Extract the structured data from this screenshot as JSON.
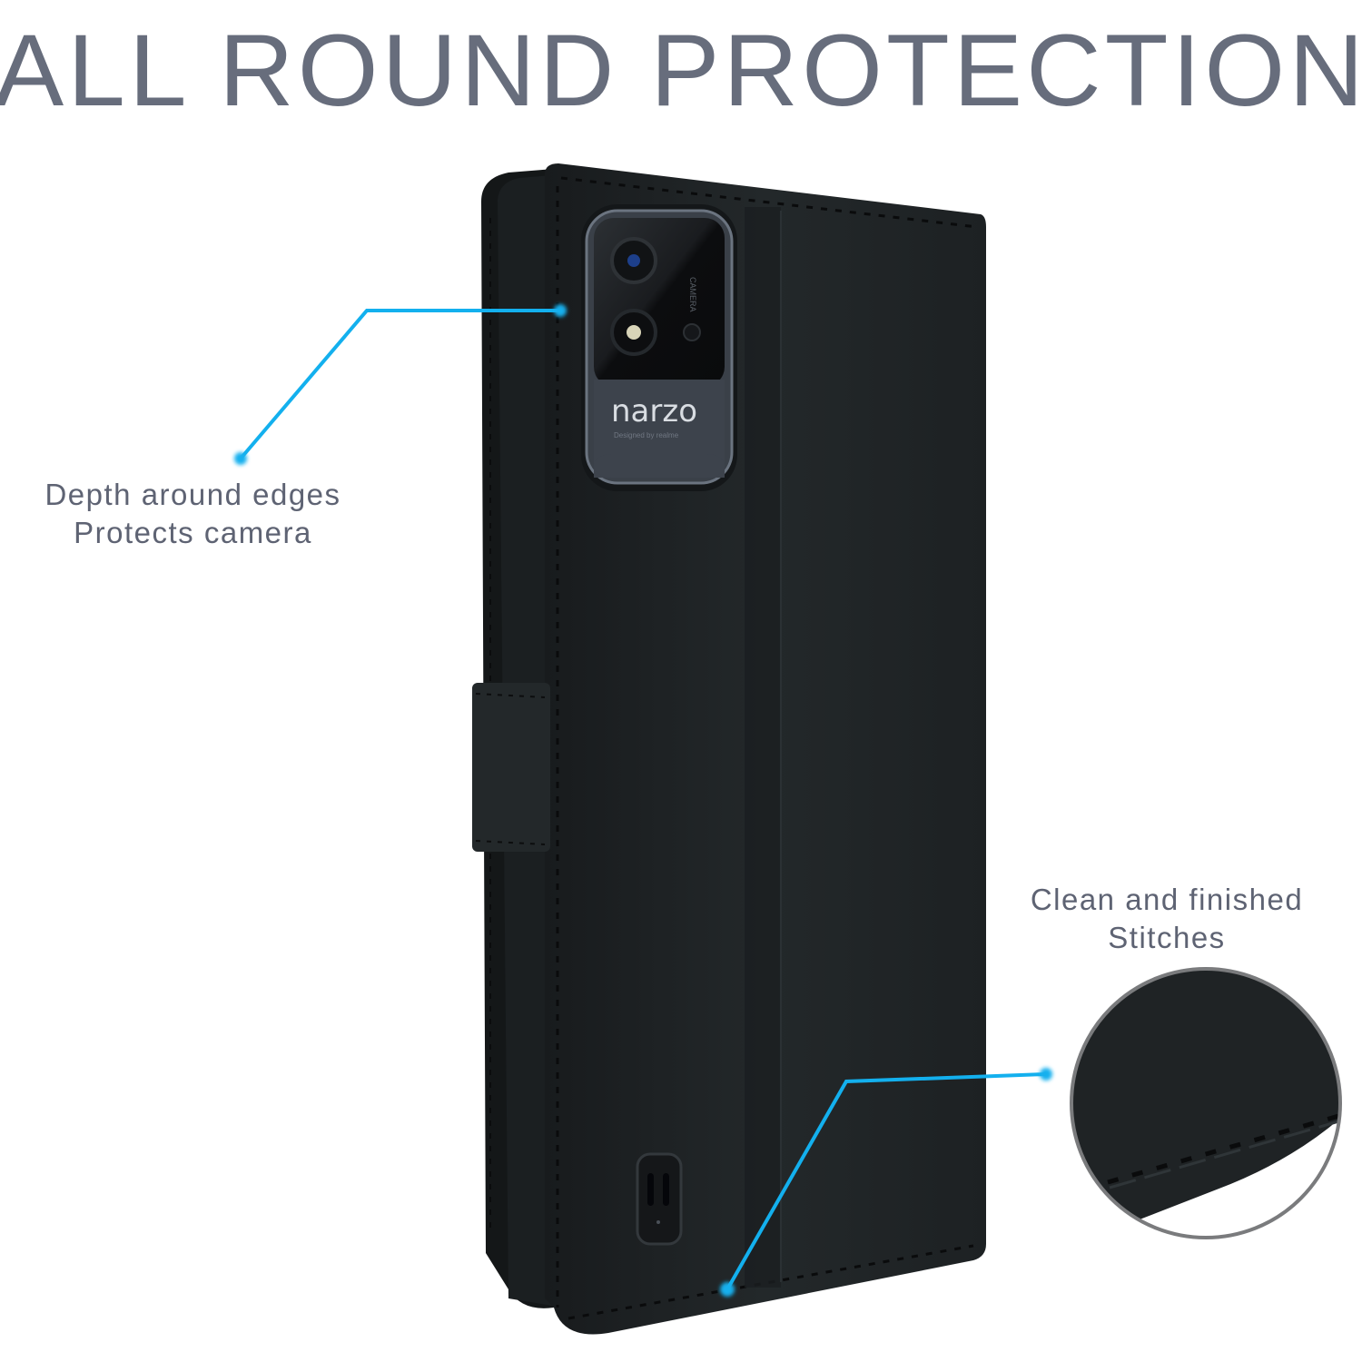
{
  "headline": "ALL ROUND PROTECTION",
  "callouts": [
    {
      "id": "camera",
      "lines": [
        "Depth around edges",
        "Protects camera"
      ]
    },
    {
      "id": "stitches",
      "lines": [
        "Clean and finished",
        "Stitches"
      ]
    }
  ],
  "product": {
    "brand_text": "narzo",
    "brand_subtext": "Designed by realme",
    "camera_label": "CAMERA"
  },
  "colors": {
    "callout_line": "#13b0ee",
    "text": "#5e6373",
    "case": "#1f2325"
  }
}
